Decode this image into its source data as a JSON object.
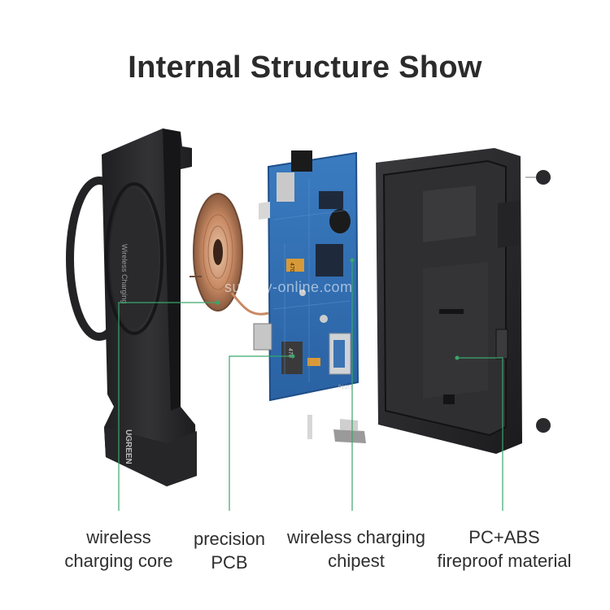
{
  "title": "Internal Structure Show",
  "watermark": "sunsky-online.com",
  "device": {
    "stand_print": "Wireless Charging",
    "brand": "UGREEN",
    "pcb_print": "P1373",
    "chip_print_1": "470",
    "chip_print_2": "470"
  },
  "callouts": [
    {
      "line1": "wireless",
      "line2": "charging core"
    },
    {
      "line1": "precision",
      "line2": "PCB"
    },
    {
      "line1": "wireless charging",
      "line2": "chipest"
    },
    {
      "line1": "PC+ABS",
      "line2": "fireproof material"
    }
  ],
  "colors": {
    "leader": "#3aa66b",
    "housing": "#2b2b2d",
    "pcb": "#2f6fb3",
    "coil": "#c98a64"
  }
}
